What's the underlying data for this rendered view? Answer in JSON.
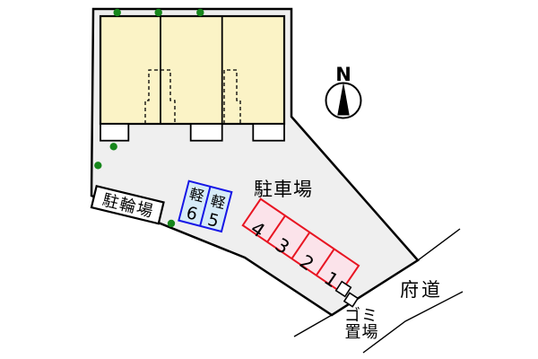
{
  "labels": {
    "north_indicator": "N",
    "parking_lot": "駐車場",
    "bicycle_parking": "駐輪場",
    "prefectural_road": "府道",
    "garbage_area_line1": "ゴミ",
    "garbage_area_line2": "置場"
  },
  "parking": {
    "regular_spaces": [
      "4",
      "3",
      "2",
      "1"
    ],
    "kei_spaces": [
      {
        "label": "軽",
        "number": "6"
      },
      {
        "label": "軽",
        "number": "5"
      }
    ]
  },
  "colors": {
    "site_fill": "#efefef",
    "outline": "#000000",
    "building_fill": "#fbf3c6",
    "porch_fill": "#ffffff",
    "regular_space_fill": "#fbe3ea",
    "regular_space_stroke": "#e81522",
    "kei_space_fill": "#d6ebf7",
    "kei_space_stroke": "#1616e6",
    "tree_fill": "#17861c",
    "label_box_fill": "#ffffff"
  }
}
